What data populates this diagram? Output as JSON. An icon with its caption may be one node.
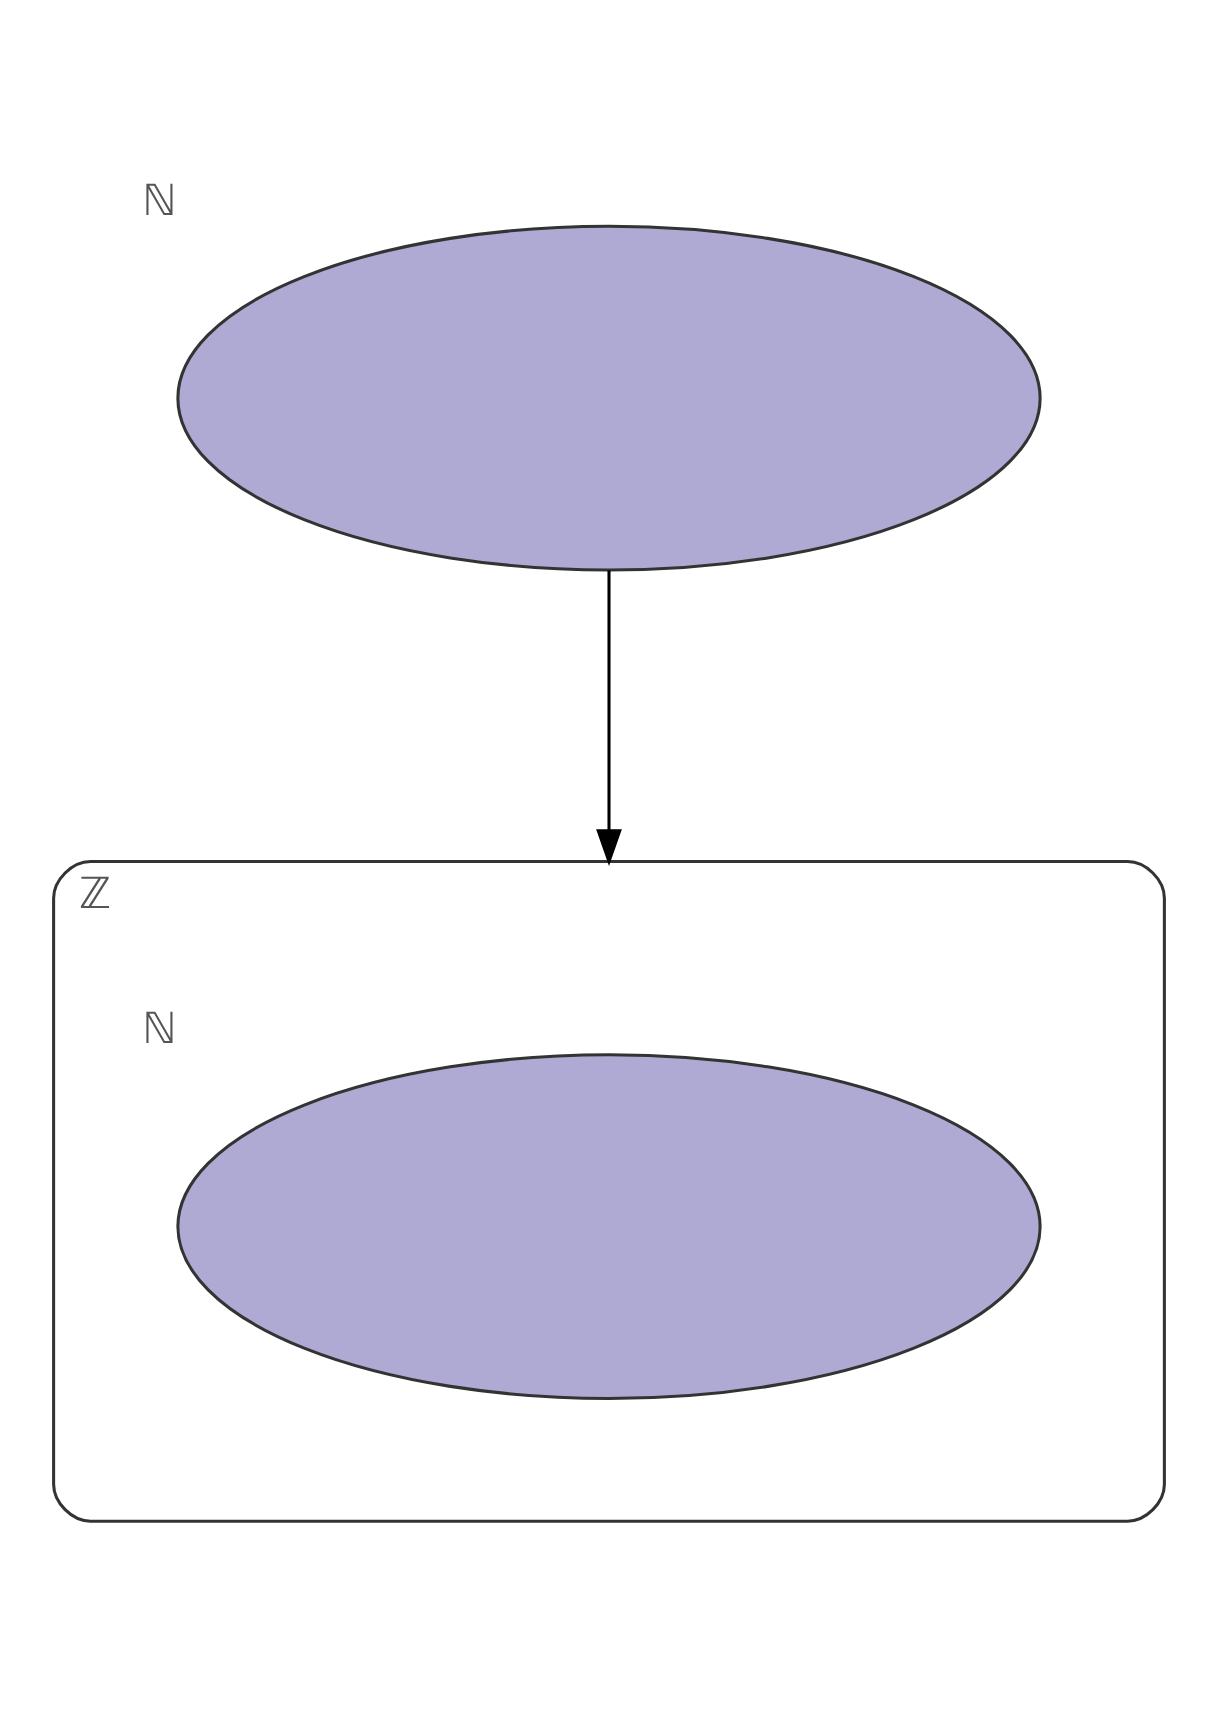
{
  "diagram": {
    "nodes": [
      {
        "text": [
          "ℕ"
        ]
      },
      {
        "text": [
          "ℤ"
        ]
      },
      {
        "text": [
          "ℕ"
        ],
        "in": 1
      }
    ],
    "edges": [
      {
        "from": 0,
        "to": 1,
        "arrow": "to"
      }
    ]
  }
}
